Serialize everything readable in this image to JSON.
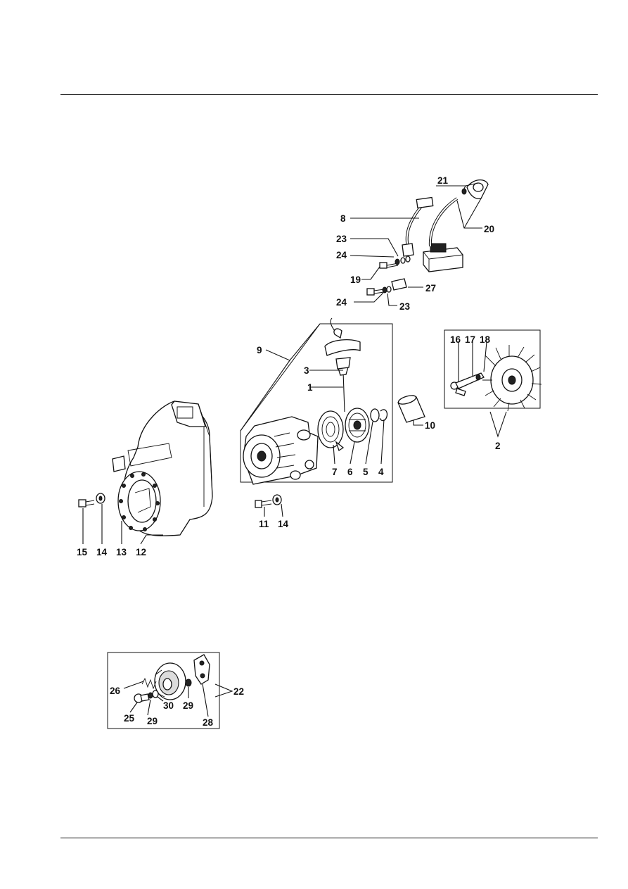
{
  "callouts": {
    "c1": "1",
    "c2": "2",
    "c3": "3",
    "c4": "4",
    "c5": "5",
    "c6": "6",
    "c7": "7",
    "c8": "8",
    "c9": "9",
    "c10": "10",
    "c11": "11",
    "c12": "12",
    "c13": "13",
    "c14a": "14",
    "c14b": "14",
    "c15": "15",
    "c16": "16",
    "c17": "17",
    "c18": "18",
    "c19": "19",
    "c20": "20",
    "c21": "21",
    "c22": "22",
    "c23a": "23",
    "c23b": "23",
    "c24a": "24",
    "c24b": "24",
    "c25": "25",
    "c26": "26",
    "c27": "27",
    "c28": "28",
    "c29a": "29",
    "c29b": "29",
    "c30": "30"
  }
}
